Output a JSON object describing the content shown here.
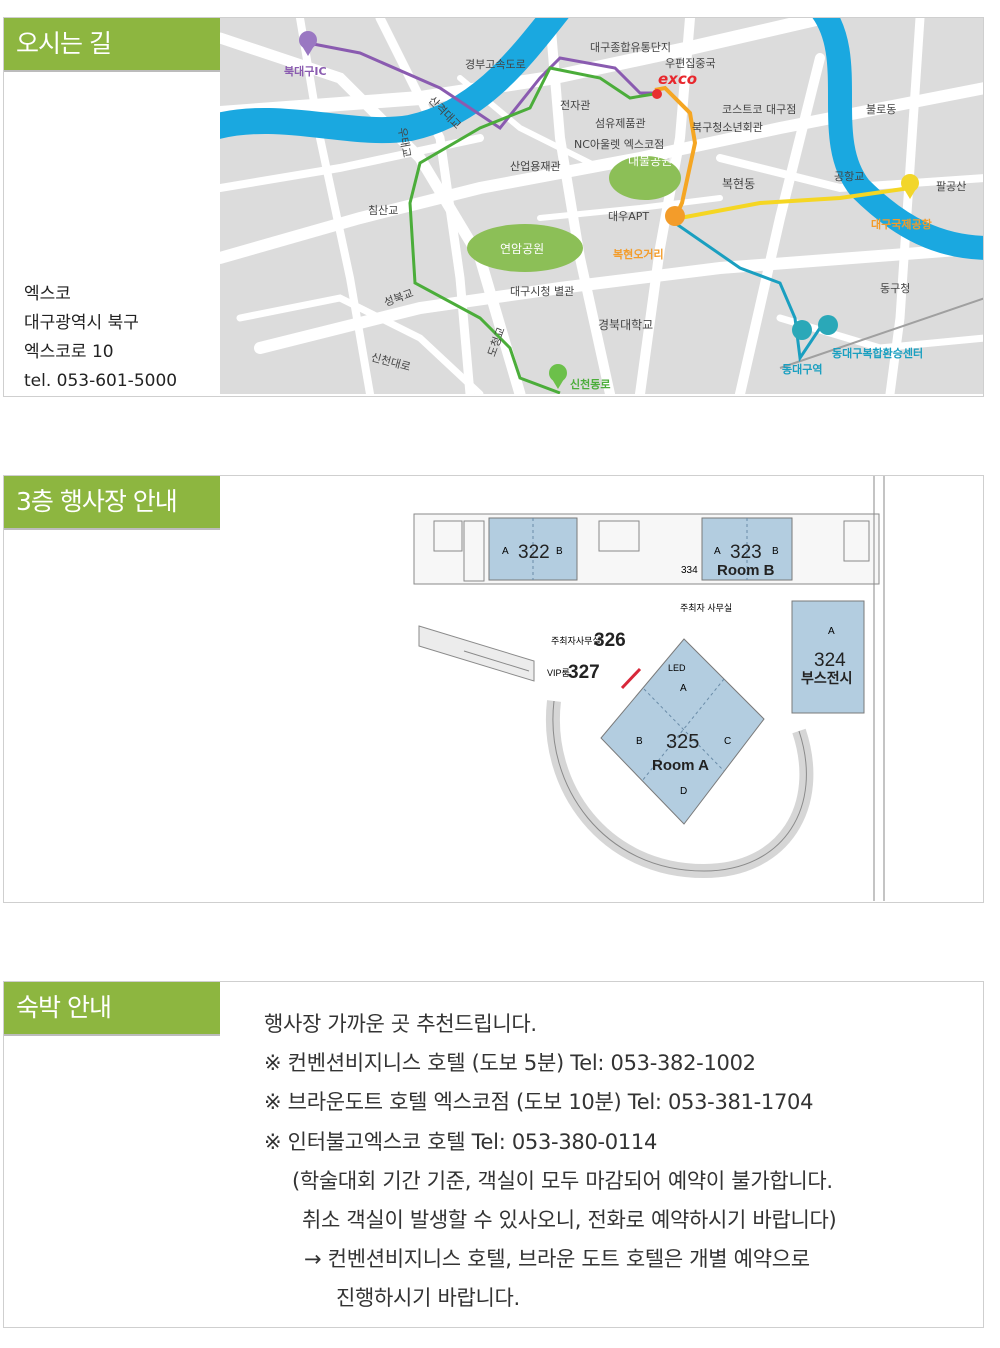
{
  "directions": {
    "title": "오시는 길",
    "address": {
      "name": "엑스코",
      "line1": "대구광역시 북구",
      "line2": "엑스코로 10",
      "tel": "tel. 053-601-5000"
    },
    "map_labels": {
      "bukdaegu_ic": "북대구IC",
      "gyeongbu": "경부고속도로",
      "distribution": "대구종합유통단지",
      "post_office": "우편집중국",
      "exco": "exco",
      "jeonjagwan": "전자관",
      "fiber": "섬유제품관",
      "nc_outlet": "NC아울렛 엑스코점",
      "costco": "코스트코 대구점",
      "youth": "북구청소년회관",
      "bullo": "불로동",
      "sangyeok": "산격대교",
      "utae": "우태교",
      "sanup": "산업용재관",
      "daebul": "대불공원",
      "bokhyeon": "복현동",
      "airport_bridge": "공항교",
      "palgong": "팔공산",
      "chimsan": "침산교",
      "daewoo": "대우APT",
      "yeonam": "연암공원",
      "bokhyeon_5": "복현오거리",
      "airport": "대구국제공항",
      "seongbuk": "성북교",
      "city_annex": "대구시청 별관",
      "donggu_office": "동구청",
      "knu": "경북대학교",
      "docheon": "도청교",
      "sincheon_road": "신천대로",
      "dongdaegu_transfer": "동대구복합환승센터",
      "dongdaegu_station": "동대구역",
      "sincheon_dong": "신천동로"
    }
  },
  "floor3": {
    "title": "3층 행사장 안내",
    "rooms": {
      "r322": "322",
      "r323": "323",
      "r323_name": "Room B",
      "r324": "324",
      "r324_name": "부스전시",
      "r325": "325",
      "r325_name": "Room A",
      "r326": "326",
      "r326_label": "주최자사무실",
      "r327": "327",
      "r327_label": "VIP룸",
      "r334": "334",
      "host_office": "주최자 사무실",
      "led": "LED",
      "a": "A",
      "b": "B",
      "c": "C",
      "d": "D"
    }
  },
  "lodging": {
    "title": "숙박 안내",
    "lines": [
      "행사장 가까운 곳 추천드립니다.",
      "※ 컨벤션비지니스 호텔 (도보 5분) Tel: 053-382-1002",
      "※ 브라운도트 호텔 엑스코점 (도보 10분) Tel: 053-381-1704",
      "※ 인터불고엑스코 호텔 Tel: 053-380-0114",
      "(학술대회 기간 기준, 객실이 모두 마감되어 예약이 불가합니다.",
      "취소 객실이 발생할 수 있사오니, 전화로 예약하시기 바랍니다)",
      "→ 컨벤션비지니스 호텔, 브라운 도트 호텔은 개별 예약으로",
      "진행하시기 바랍니다."
    ]
  },
  "colors": {
    "tab_green": "#8db640",
    "river": "#1aa8e0",
    "route_purple": "#8a5bb0",
    "route_green": "#4bad3a",
    "route_orange": "#f5a623",
    "route_yellow": "#f5d623",
    "route_teal": "#1a9fc0",
    "room_blue": "#b3cde0"
  }
}
